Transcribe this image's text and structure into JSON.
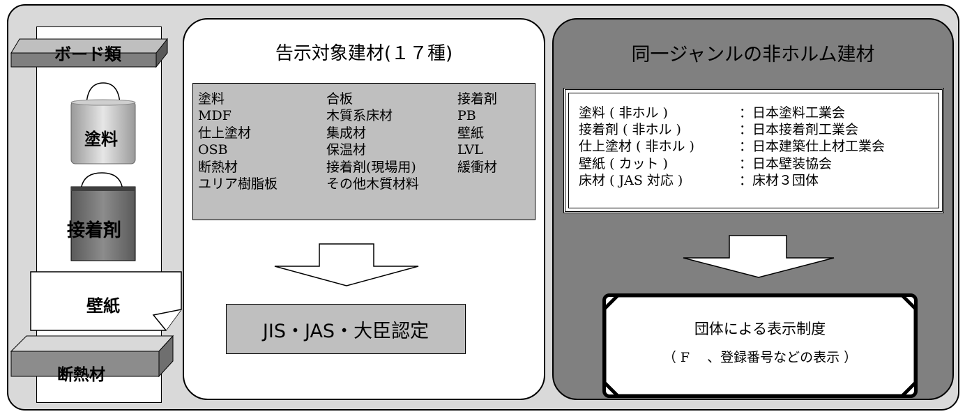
{
  "left": {
    "board": "ボード類",
    "paint": "塗料",
    "adhesive": "接着剤",
    "wallpaper": "壁紙",
    "insulation": "断熱材"
  },
  "center": {
    "title": "告示対象建材(１７種)",
    "materials": [
      [
        "塗料",
        "合板",
        "接着剤"
      ],
      [
        "MDF",
        "木質系床材",
        "PB"
      ],
      [
        "仕上塗材",
        "集成材",
        "壁紙"
      ],
      [
        "OSB",
        "保温材",
        "LVL"
      ],
      [
        "断熱材",
        "接着剤(現場用)",
        "緩衝材"
      ],
      [
        "ユリア樹脂板",
        "その他木質材料",
        ""
      ]
    ],
    "certification": "JIS・JAS・大臣認定"
  },
  "right": {
    "title": "同一ジャンルの非ホルム建材",
    "rows": [
      {
        "material": "塗料 ( 非ホル )",
        "org": "：日本塗料工業会"
      },
      {
        "material": "接着剤 ( 非ホル )",
        "org": "：日本接着剤工業会"
      },
      {
        "material": "仕上塗材 ( 非ホル )",
        "org": "：日本建築仕上材工業会"
      },
      {
        "material": "壁紙 ( カット )",
        "org": "：日本壁装協会"
      },
      {
        "material": "床材 ( JAS 対応 )",
        "org": "：床材３団体"
      }
    ],
    "system_title": "団体による表示制度",
    "system_sub": "（ F 　、登録番号などの表示 ）"
  },
  "colors": {
    "outer_bg": "#d9d9d9",
    "light_gray": "#bfbfbf",
    "dark_gray": "#808080"
  }
}
